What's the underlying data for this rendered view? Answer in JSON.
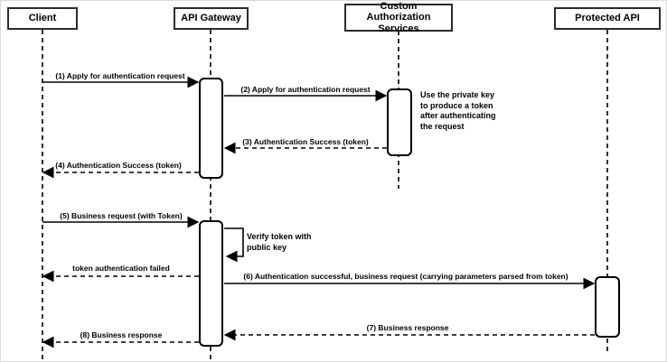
{
  "participants": [
    {
      "id": "client",
      "label": "Client"
    },
    {
      "id": "api-gateway",
      "label": "API Gateway"
    },
    {
      "id": "custom-authorization-services",
      "label": "Custom Authorization Services"
    },
    {
      "id": "protected-api",
      "label": "Protected API"
    }
  ],
  "messages": [
    {
      "label": "(1) Apply for authentication request",
      "from": "Client",
      "to": "API Gateway",
      "line": "solid"
    },
    {
      "label": "(2) Apply for authentication request",
      "from": "API Gateway",
      "to": "Custom Authorization Services",
      "line": "solid"
    },
    {
      "label": "(3) Authentication Success (token)",
      "from": "Custom Authorization Services",
      "to": "API Gateway",
      "line": "dashed"
    },
    {
      "label": "(4) Authentication Success (token)",
      "from": "API Gateway",
      "to": "Client",
      "line": "dashed"
    },
    {
      "label": "(5) Business request (with Token)",
      "from": "Client",
      "to": "API Gateway",
      "line": "solid"
    },
    {
      "label": "Verify token with public key",
      "from": "API Gateway",
      "to": "API Gateway",
      "line": "self"
    },
    {
      "label": "token authentication failed",
      "from": "API Gateway",
      "to": "Client",
      "line": "dashed"
    },
    {
      "label": "(6) Authentication successful, business request (carrying parameters parsed from token)",
      "from": "API Gateway",
      "to": "Protected API",
      "line": "solid"
    },
    {
      "label": "(7) Business response",
      "from": "Protected API",
      "to": "API Gateway",
      "line": "dashed"
    },
    {
      "label": "(8) Business response",
      "from": "API Gateway",
      "to": "Client",
      "line": "dashed"
    }
  ],
  "note": {
    "text": "Use the private key to produce a token after authenticating the request"
  },
  "colors": {
    "stroke": "#000000",
    "fill": "#ffffff",
    "text": "#000000"
  }
}
